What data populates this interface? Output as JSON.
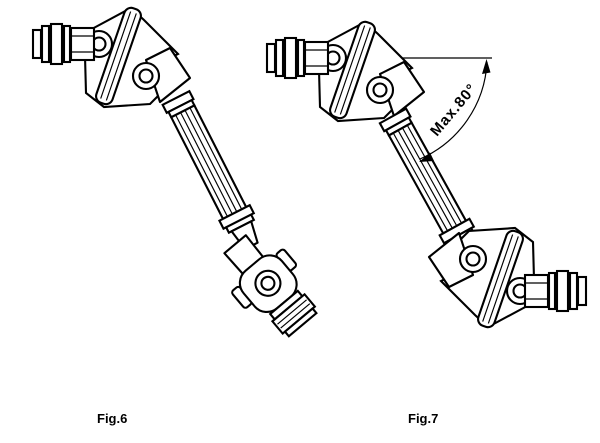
{
  "page": {
    "background_color": "#ffffff",
    "line_color": "#000000"
  },
  "figures": [
    {
      "caption": "Fig.6"
    },
    {
      "caption": "Fig.7",
      "annotation_label": "Max.80°"
    }
  ]
}
